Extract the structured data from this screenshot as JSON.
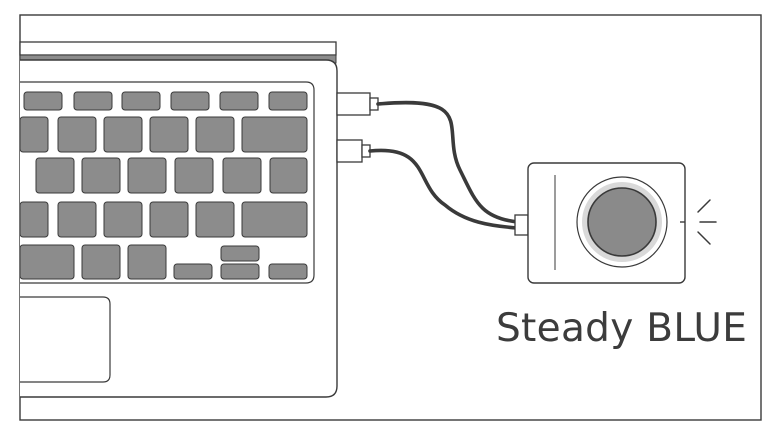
{
  "caption": {
    "text": "Steady BLUE"
  },
  "colors": {
    "frame": "#3a3a3a",
    "key_fill": "#8c8c8c",
    "cable": "#3a3a3a",
    "button_ring": "#d9d9d9",
    "button_core": "#8a8a8a",
    "button_edge": "#3a3a3a",
    "background": "#ffffff"
  },
  "icons": [
    "laptop-illustration",
    "keyboard-keys",
    "trackpad",
    "usb-plug",
    "usb-dongle",
    "round-button",
    "light-rays"
  ],
  "diagram": {
    "led_state": "steady",
    "led_color_name": "blue"
  }
}
